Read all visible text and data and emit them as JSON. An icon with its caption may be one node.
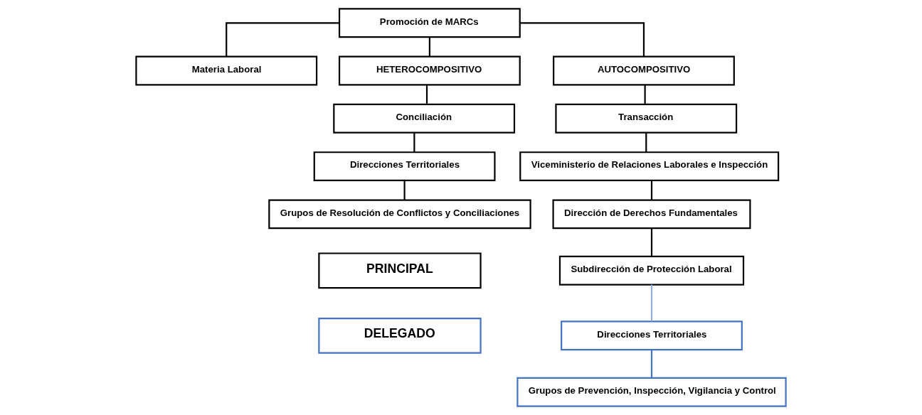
{
  "diagram": {
    "nodes": [
      {
        "text": [
          "Promoción de MARCs"
        ]
      },
      {
        "text": [
          "Materia Laboral"
        ]
      },
      {
        "text": [
          "HETEROCOMPOSITIVO"
        ]
      },
      {
        "text": [
          "AUTOCOMPOSITIVO"
        ]
      },
      {
        "text": [
          "Conciliación"
        ]
      },
      {
        "text": [
          "Direcciones Territoriales"
        ]
      },
      {
        "text": [
          "Grupos de Resolución de Conflictos y Conciliaciones"
        ]
      },
      {
        "text": [
          "Transacción"
        ]
      },
      {
        "text": [
          "Viceministerio de Relaciones Laborales e Inspección"
        ]
      },
      {
        "text": [
          "Dirección de Derechos Fundamentales"
        ]
      },
      {
        "text": [
          "Subdirección de Protección Laboral"
        ]
      },
      {
        "text": [
          "Direcciones Territoriales"
        ]
      },
      {
        "text": [
          "Grupos de Prevención, Inspección, Vigilancia y Control"
        ]
      }
    ],
    "edges": [
      {
        "from": 0,
        "to": 1,
        "arrow": "none"
      },
      {
        "from": 0,
        "to": 2,
        "arrow": "none"
      },
      {
        "from": 0,
        "to": 3,
        "arrow": "none"
      },
      {
        "from": 2,
        "to": 4,
        "arrow": "none"
      },
      {
        "from": 4,
        "to": 5,
        "arrow": "none"
      },
      {
        "from": 5,
        "to": 6,
        "arrow": "none"
      },
      {
        "from": 3,
        "to": 7,
        "arrow": "none"
      },
      {
        "from": 7,
        "to": 8,
        "arrow": "none"
      },
      {
        "from": 8,
        "to": 9,
        "arrow": "none"
      },
      {
        "from": 9,
        "to": 10,
        "arrow": "none"
      },
      {
        "from": 10,
        "to": 11,
        "arrow": "none",
        "color": "#8fb0e0"
      },
      {
        "from": 11,
        "to": 12,
        "arrow": "none",
        "color": "#4472c4"
      }
    ],
    "legend": [
      {
        "text": "PRINCIPAL",
        "color": "#000000"
      },
      {
        "text": "DELEGADO",
        "color": "#4472c4"
      }
    ]
  }
}
